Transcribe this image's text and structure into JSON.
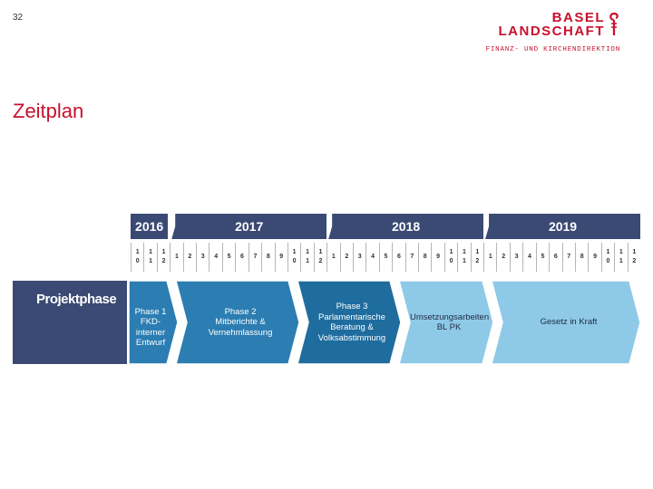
{
  "slide_number": "32",
  "logo": {
    "line1": "BASEL",
    "line2": "LANDSCHAFT",
    "subtitle": "FINANZ- UND KIRCHENDIREKTION",
    "color": "#c8102e"
  },
  "title": "Zeitplan",
  "timeline": {
    "years": [
      {
        "label": "2016",
        "months": 3
      },
      {
        "label": "2017",
        "months": 12
      },
      {
        "label": "2018",
        "months": 12
      },
      {
        "label": "2019",
        "months": 12
      }
    ],
    "months": [
      [
        "1",
        "0"
      ],
      [
        "1",
        "1"
      ],
      [
        "1",
        "2"
      ],
      [
        "1"
      ],
      [
        "2"
      ],
      [
        "3"
      ],
      [
        "4"
      ],
      [
        "5"
      ],
      [
        "6"
      ],
      [
        "7"
      ],
      [
        "8"
      ],
      [
        "9"
      ],
      [
        "1",
        "0"
      ],
      [
        "1",
        "1"
      ],
      [
        "1",
        "2"
      ],
      [
        "1"
      ],
      [
        "2"
      ],
      [
        "3"
      ],
      [
        "4"
      ],
      [
        "5"
      ],
      [
        "6"
      ],
      [
        "7"
      ],
      [
        "8"
      ],
      [
        "9"
      ],
      [
        "1",
        "0"
      ],
      [
        "1",
        "1"
      ],
      [
        "1",
        "2"
      ],
      [
        "1"
      ],
      [
        "2"
      ],
      [
        "3"
      ],
      [
        "4"
      ],
      [
        "5"
      ],
      [
        "6"
      ],
      [
        "7"
      ],
      [
        "8"
      ],
      [
        "9"
      ],
      [
        "1",
        "0"
      ],
      [
        "1",
        "1"
      ],
      [
        "1",
        "2"
      ]
    ],
    "row_label": "Projektphase",
    "phases": [
      {
        "lines": [
          "Phase 1",
          "FKD-interner",
          "Entwurf"
        ],
        "color": "#2b7db2",
        "text_color": "#ffffff"
      },
      {
        "lines": [
          "Phase 2",
          "Mitberichte &",
          "Vernehmlassung"
        ],
        "color": "#2b7db2",
        "text_color": "#ffffff"
      },
      {
        "lines": [
          "Phase 3",
          "Parlamentarische",
          "Beratung &",
          "Volksabstimmung"
        ],
        "color": "#1f6d9f",
        "text_color": "#ffffff"
      },
      {
        "lines": [
          "Umsetzungsarbeiten",
          "BL PK"
        ],
        "color": "#8ecae8",
        "text_color": "#1f2a40"
      },
      {
        "lines": [
          "Gesetz in Kraft"
        ],
        "color": "#8ecae8",
        "text_color": "#1f2a40"
      }
    ],
    "colors": {
      "year_bar": "#3b4a74",
      "label_box": "#3b4a74"
    }
  }
}
